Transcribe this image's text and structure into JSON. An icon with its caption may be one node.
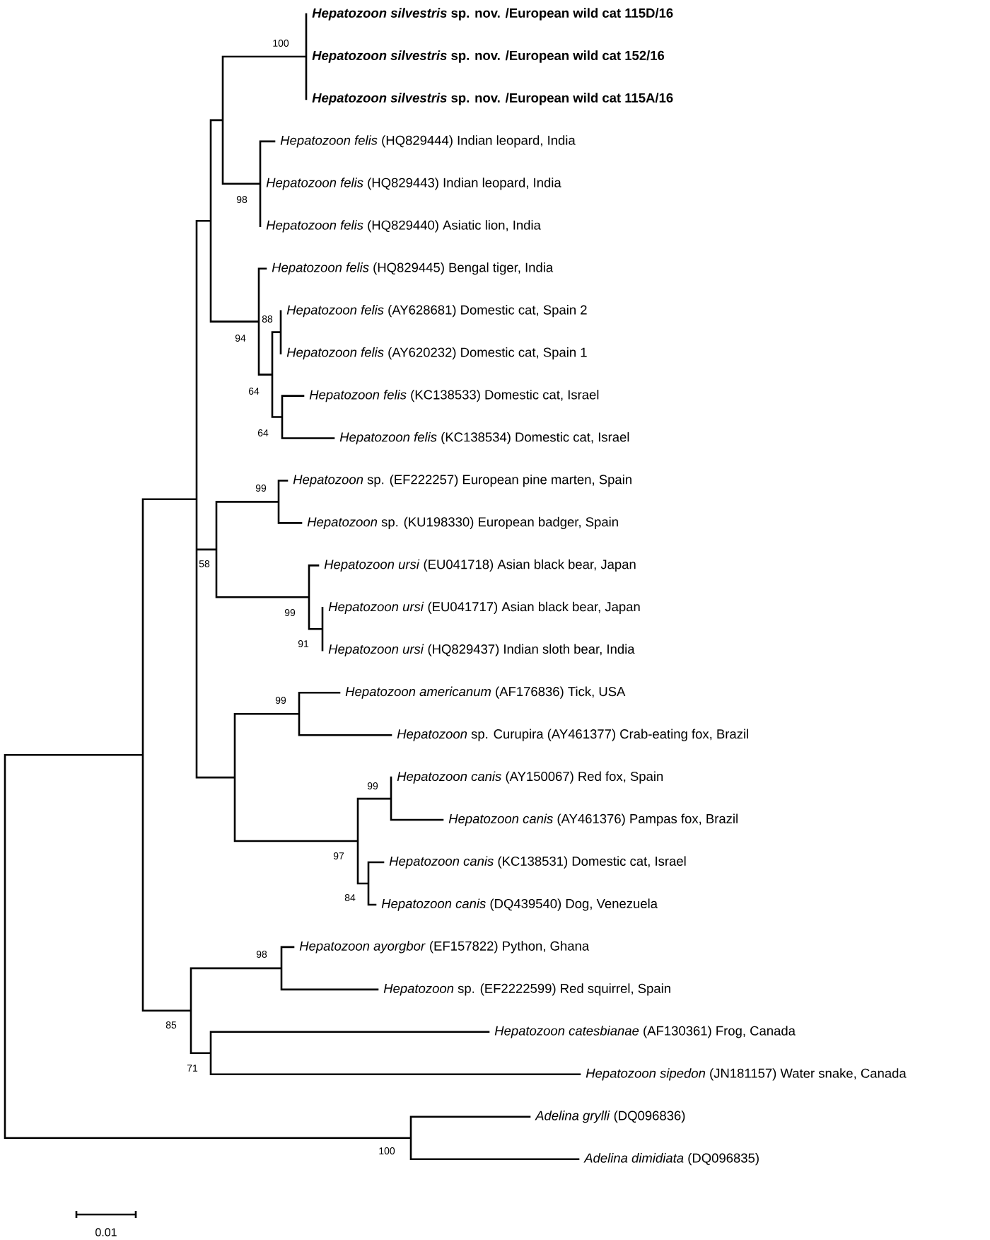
{
  "diagram": {
    "nodes": [
      {
        "text": [
          "*Hepatozoon silvestris* sp. nov. /European wild cat 115D/16"
        ]
      },
      {
        "text": [
          "*Hepatozoon silvestris* sp. nov. /European wild cat 152/16"
        ]
      },
      {
        "text": [
          "*Hepatozoon silvestris* sp. nov. /European wild cat 115A/16"
        ]
      },
      {
        "text": [
          "*Hepatozoon felis* (HQ829444) Indian leopard, India"
        ]
      },
      {
        "text": [
          "*Hepatozoon felis* (HQ829443) Indian leopard, India"
        ]
      },
      {
        "text": [
          "*Hepatozoon felis* (HQ829440) Asiatic lion, India"
        ]
      },
      {
        "text": [
          "*Hepatozoon felis* (HQ829445) Bengal tiger, India"
        ]
      },
      {
        "text": [
          "*Hepatozoon felis* (AY628681) Domestic cat, Spain 2"
        ]
      },
      {
        "text": [
          "*Hepatozoon felis* (AY620232) Domestic cat, Spain 1"
        ]
      },
      {
        "text": [
          "*Hepatozoon felis* (KC138533) Domestic cat, Israel"
        ]
      },
      {
        "text": [
          "*Hepatozoon felis* (KC138534) Domestic cat, Israel"
        ]
      },
      {
        "text": [
          "*Hepatozoon* sp. (EF222257) European pine marten, Spain"
        ]
      },
      {
        "text": [
          "*Hepatozoon* sp. (KU198330) European badger, Spain"
        ]
      },
      {
        "text": [
          "*Hepatozoon ursi* (EU041718) Asian black bear, Japan"
        ]
      },
      {
        "text": [
          "*Hepatozoon ursi* (EU041717) Asian black bear, Japan"
        ]
      },
      {
        "text": [
          "*Hepatozoon ursi* (HQ829437) Indian sloth bear, India"
        ]
      },
      {
        "text": [
          "*Hepatozoon americanum* (AF176836) Tick, USA"
        ]
      },
      {
        "text": [
          "*Hepatozoon* sp. Curupira (AY461377) Crab-eating fox, Brazil"
        ]
      },
      {
        "text": [
          "*Hepatozoon canis* (AY150067) Red fox, Spain"
        ]
      },
      {
        "text": [
          "*Hepatozoon canis* (AY461376) Pampas fox, Brazil"
        ]
      },
      {
        "text": [
          "*Hepatozoon canis* (KC138531) Domestic cat, Israel"
        ]
      },
      {
        "text": [
          "*Hepatozoon canis* (DQ439540) Dog, Venezuela"
        ]
      },
      {
        "text": [
          "*Hepatozoon ayorgbor* (EF157822) Python, Ghana"
        ]
      },
      {
        "text": [
          "*Hepatozoon* sp. (EF2222599) Red squirrel, Spain"
        ]
      },
      {
        "text": [
          "*Hepatozoon catesbianae* (AF130361) Frog, Canada"
        ]
      },
      {
        "text": [
          "*Hepatozoon sipedon* (JN181157) Water snake, Canada"
        ]
      },
      {
        "text": [
          "*Adelina grylli* (DQ096836)"
        ]
      },
      {
        "text": [
          "*Adelina dimidiata* (DQ096835)"
        ]
      }
    ],
    "labels": [
      "100",
      "98",
      "88",
      "94",
      "64",
      "64",
      "99",
      "58",
      "99",
      "91",
      "99",
      "99",
      "97",
      "84",
      "98",
      "85",
      "71",
      "100",
      "0.01"
    ]
  }
}
